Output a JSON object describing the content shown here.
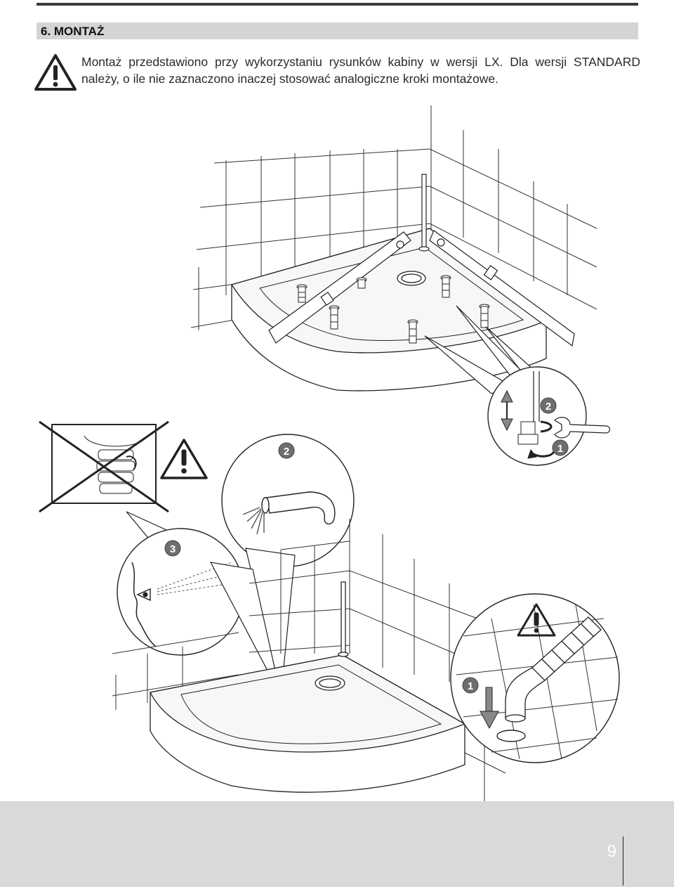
{
  "header": {
    "section_title": "6. MONTAŻ"
  },
  "intro": {
    "line1": "Montaż przedstawiono przy wykorzystaniu rysunków kabiny w wersji LX. Dla wersji STANDARD",
    "line2": "należy, o ile nie zaznaczono inaczej stosować analogiczne kroki montażowe."
  },
  "illustration": {
    "step_badges": {
      "wrench_step_2": "2",
      "wrench_step_1": "1",
      "water_step": "2",
      "eye_step": "3",
      "drain_step": "1"
    },
    "icons": [
      "warning-triangle-icon",
      "wrench-icon",
      "faucet-icon",
      "eye-icon",
      "drain-hose-icon",
      "cross-out-icon"
    ],
    "colors": {
      "line": "#222222",
      "badge_fill": "#6e6e6e",
      "badge_text": "#ffffff",
      "footer": "#d9d9d9"
    }
  },
  "footer": {
    "page_number": "9"
  }
}
